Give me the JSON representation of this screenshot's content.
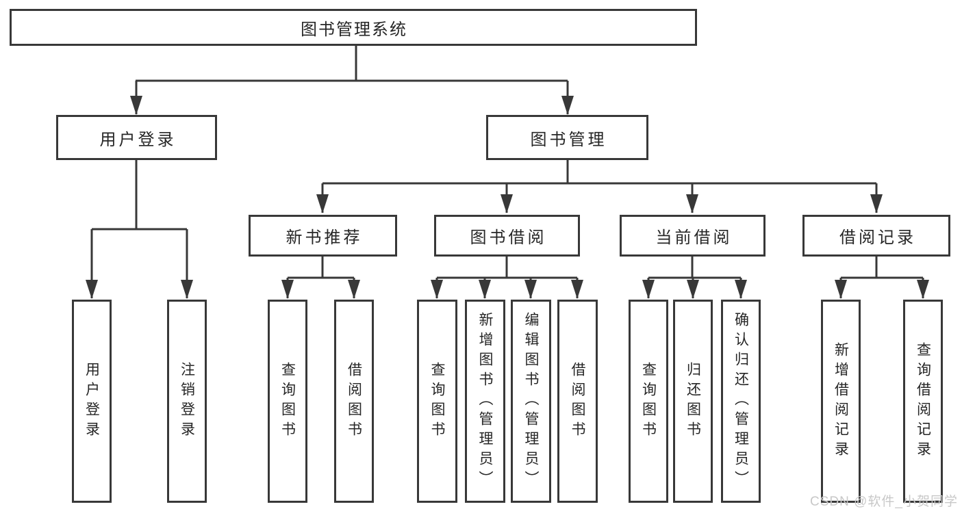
{
  "root": {
    "label": "图书管理系统"
  },
  "level2": [
    {
      "label": "用户登录"
    },
    {
      "label": "图书管理"
    }
  ],
  "level3": [
    {
      "label": "新书推荐"
    },
    {
      "label": "图书借阅"
    },
    {
      "label": "当前借阅"
    },
    {
      "label": "借阅记录"
    }
  ],
  "leaves": {
    "user_login": [
      "用户登录",
      "注销登录"
    ],
    "new_book_recommendation": [
      "查询图书",
      "借阅图书"
    ],
    "book_borrowing": [
      "查询图书",
      "新增图书（管理员）",
      "编辑图书（管理员）",
      "借阅图书"
    ],
    "current_borrowing": [
      "查询图书",
      "归还图书",
      "确认归还（管理员）"
    ],
    "borrowing_records": [
      "新增借阅记录",
      "查询借阅记录"
    ]
  },
  "watermark": "CSDN @软件_小贺同学",
  "colors": {
    "line": "#383838",
    "text": "#262626",
    "watermark": "#c8c8c8",
    "background": "#ffffff",
    "box_fill": "#ffffff"
  }
}
